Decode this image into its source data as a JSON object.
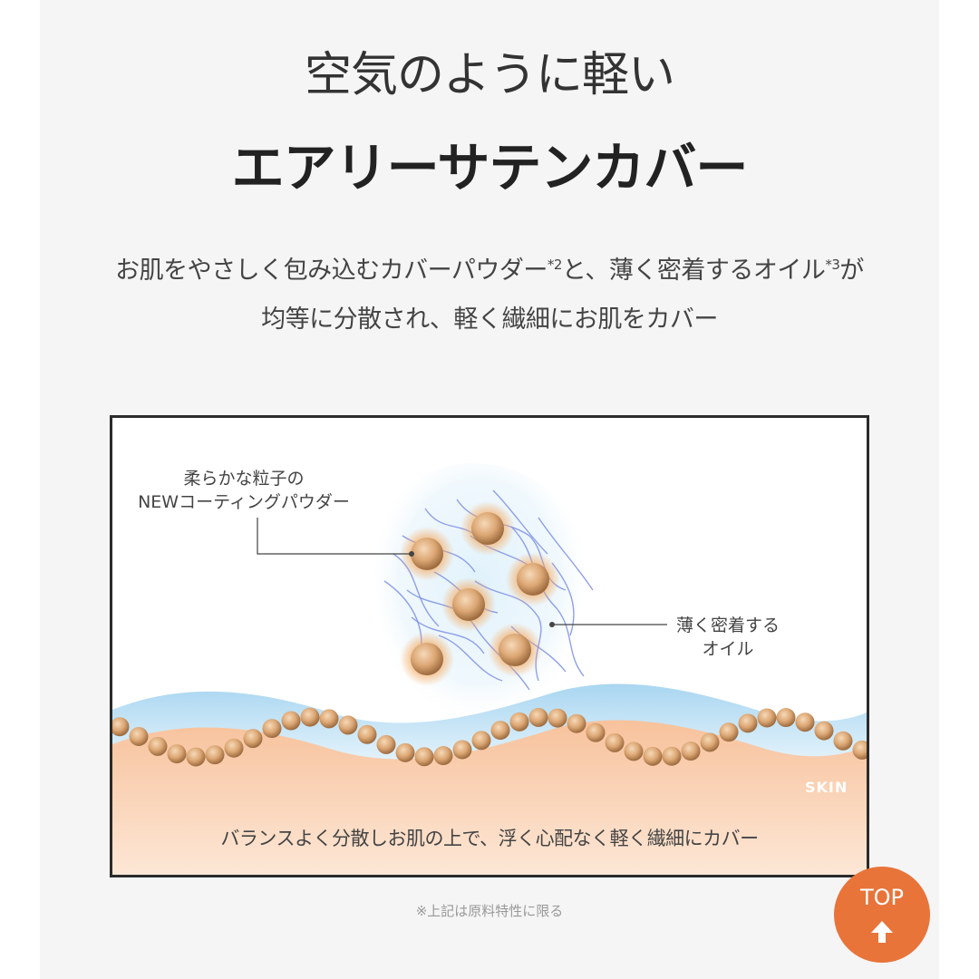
{
  "heading": {
    "line1": "空気のように軽い",
    "line2": "エアリーサテンカバー"
  },
  "description": {
    "line1_a": "お肌をやさしく包み込むカバーパウダー",
    "line1_sup1": "*2",
    "line1_b": "と、薄く密着するオイル",
    "line1_sup2": "*3",
    "line1_c": "が",
    "line2": "均等に分散され、軽く繊細にお肌をカバー"
  },
  "diagram": {
    "label_powder_line1": "柔らかな粒子の",
    "label_powder_line2": "NEWコーティングパウダー",
    "label_oil_line1": "薄く密着する",
    "label_oil_line2": "オイル",
    "label_skin": "SKIN",
    "caption": "バランスよく分散しお肌の上で、浮く心配なく軽く繊細にカバー"
  },
  "footnote": "※上記は原料特性に限る",
  "top_button": {
    "label": "TOP",
    "icon": "arrow-up-icon"
  },
  "colors": {
    "accent": "#e8743a",
    "skin": "#f8c9a6",
    "particle": "#d9a877",
    "oil_layer": "#bfe0f4"
  }
}
